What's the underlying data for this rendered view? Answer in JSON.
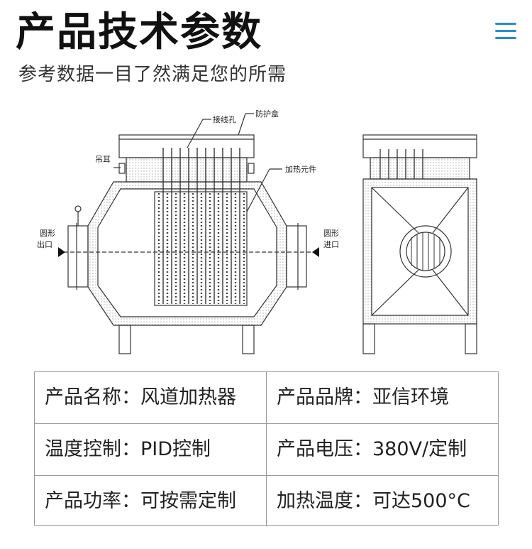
{
  "header": {
    "title": "产品技术参数",
    "subtitle": "参考数据一目了然满足您的所需"
  },
  "nav": {
    "menu_icon": "hamburger-menu-icon",
    "accent_color": "#2a8fc9"
  },
  "diagram": {
    "labels": {
      "wire_hole": "接线孔",
      "protect_box": "防护盒",
      "lifting_ear": "吊耳",
      "heating_element": "加热元件",
      "outlet": [
        "圆形",
        "出口"
      ],
      "inlet": [
        "圆形",
        "进口"
      ]
    }
  },
  "specs": [
    [
      "产品名称：风道加热器",
      "产品品牌：亚信环境"
    ],
    [
      "温度控制：PID控制",
      "产品电压：380V/定制"
    ],
    [
      "产品功率：可按需定制",
      "加热温度：可达500°C"
    ]
  ]
}
